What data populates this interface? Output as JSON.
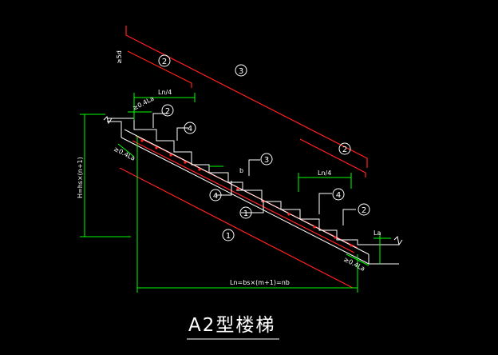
{
  "drawing": {
    "title": "A2型楼梯",
    "dims": {
      "height": "H=hs×(n+1)",
      "length": "Ln=bs×(m+1)=nb",
      "top_quarter": "Ln/4",
      "bottom_quarter": "Ln/4",
      "anchor_top": "≥0.4La",
      "anchor_top_low": "≥0.4La",
      "anchor_bottom": "≥0.4La",
      "la_right": "La",
      "side_25": "≥5d",
      "b": "b"
    },
    "bars": {
      "b1": "1",
      "b2": "2",
      "b3": "3",
      "b4": "4"
    },
    "colors": {
      "background": "#000000",
      "linework": "#ffffff",
      "rebar": "#ff2020",
      "dimension": "#00ff00",
      "leader": "#ffffff"
    }
  }
}
